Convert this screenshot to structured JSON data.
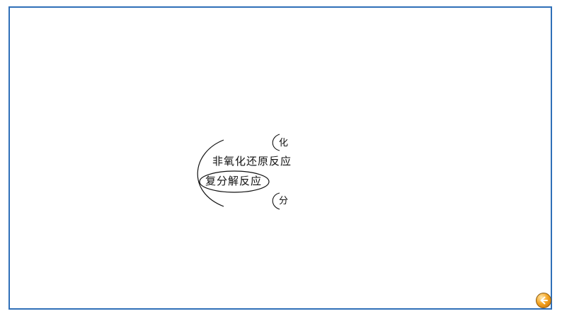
{
  "diagram": {
    "left_branch_label": "非氧化还原反应",
    "circled_label": "复分解反应",
    "top_partial_label": "化",
    "bottom_partial_label": "分"
  },
  "navigation": {
    "back_icon": "back-arrow-icon",
    "accent_color": "#f5a623"
  },
  "frame": {
    "border_color": "#2f6fb8"
  }
}
